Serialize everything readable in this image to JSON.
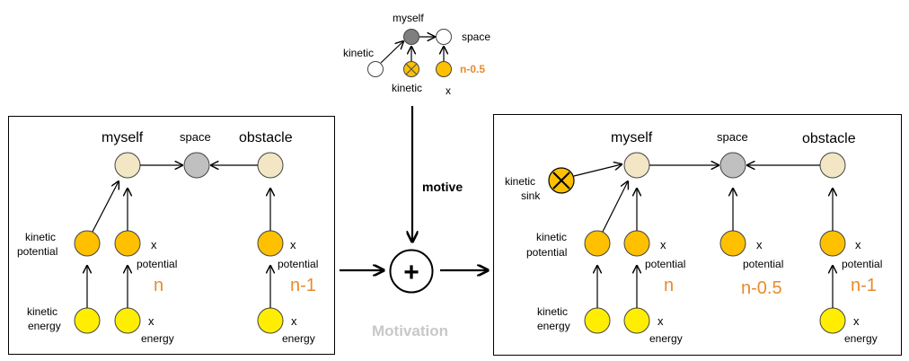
{
  "colors": {
    "self_fill": "#f2e6c4",
    "space_fill": "#c0c0c0",
    "potential_fill": "#ffc000",
    "energy_fill": "#ffee00",
    "dark_node_fill": "#7f7f7f",
    "white_node_fill": "#ffffff",
    "number_color": "#e88a2e",
    "motivation_color": "#c8c8c8"
  },
  "top": {
    "myself": "myself",
    "space": "space",
    "kinetic_left": "kinetic",
    "kinetic_bottom": "kinetic",
    "x": "x",
    "level": "n-0.5"
  },
  "left_panel": {
    "myself": "myself",
    "space": "space",
    "obstacle": "obstacle",
    "kinetic_potential_1": "kinetic",
    "kinetic_potential_2": "potential",
    "x_potential_x": "x",
    "x_potential_label": "potential",
    "level_n": "n",
    "obstacle_x": "x",
    "obstacle_potential_label": "potential",
    "level_n1": "n-1",
    "kinetic_energy_1": "kinetic",
    "kinetic_energy_2": "energy",
    "x_energy_x": "x",
    "x_energy_label": "energy",
    "obstacle_energy_x": "x",
    "obstacle_energy_label": "energy"
  },
  "center": {
    "motive": "motive",
    "plus": "+",
    "motivation": "Motivation"
  },
  "right_panel": {
    "myself": "myself",
    "space": "space",
    "obstacle": "obstacle",
    "kinetic_sink_1": "kinetic",
    "kinetic_sink_2": "sink",
    "kinetic_potential_1": "kinetic",
    "kinetic_potential_2": "potential",
    "x_potential_x": "x",
    "x_potential_label": "potential",
    "level_n": "n",
    "mid_x": "x",
    "mid_potential_label": "potential",
    "level_n05": "n-0.5",
    "obstacle_x": "x",
    "obstacle_potential_label": "potential",
    "level_n1": "n-1",
    "kinetic_energy_1": "kinetic",
    "kinetic_energy_2": "energy",
    "x_energy_x": "x",
    "x_energy_label": "energy",
    "obstacle_energy_x": "x",
    "obstacle_energy_label": "energy"
  }
}
